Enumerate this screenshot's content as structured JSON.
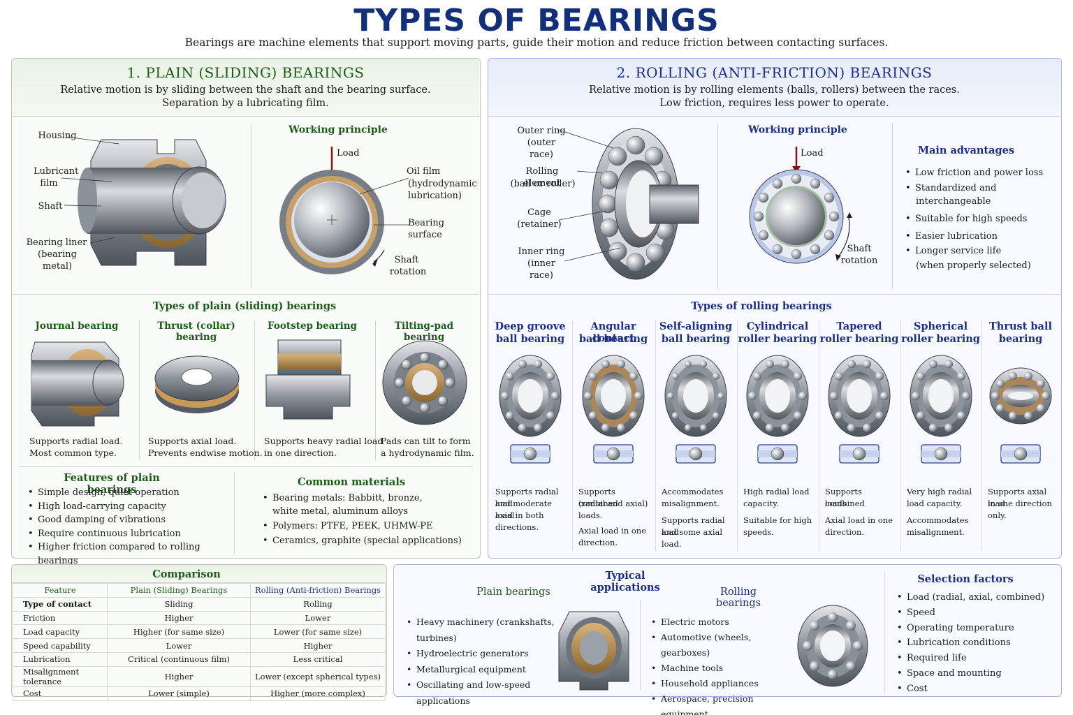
{
  "header": {
    "title": "TYPES OF BEARINGS",
    "subtitle": "Bearings are machine elements that support moving parts, guide their motion and reduce friction between contacting surfaces."
  },
  "plain": {
    "title": "1. PLAIN (SLIDING) BEARINGS",
    "desc1": "Relative motion is by sliding between the shaft and the bearing surface.",
    "desc2": "Separation by a lubricating film.",
    "labels": {
      "housing": "Housing",
      "lubricant1": "Lubricant",
      "lubricant2": "film",
      "shaft": "Shaft",
      "liner1": "Bearing liner",
      "liner2": "(bearing metal)"
    },
    "working": {
      "title": "Working principle",
      "load": "Load",
      "oil1": "Oil film",
      "oil2": "(hydrodynamic",
      "oil3": "lubrication)",
      "surface1": "Bearing",
      "surface2": "surface",
      "rotation1": "Shaft",
      "rotation2": "rotation"
    },
    "types_title": "Types of plain (sliding) bearings",
    "types": [
      {
        "name": "Journal bearing",
        "d1": "Supports radial load.",
        "d2": "Most common type."
      },
      {
        "name": "Thrust (collar) bearing",
        "d1": "Supports axial load.",
        "d2": "Prevents endwise motion."
      },
      {
        "name": "Footstep bearing",
        "d1": "Supports heavy radial load",
        "d2": "in one direction."
      },
      {
        "name": "Tilting-pad bearing",
        "d1": "Pads can tilt to form",
        "d2": "a hydrodynamic film."
      }
    ],
    "features": {
      "title": "Features of plain bearings",
      "items": [
        "Simple design, quiet operation",
        "High load-carrying capacity",
        "Good damping of vibrations",
        "Require continuous lubrication",
        "Higher friction compared to rolling bearings"
      ]
    },
    "materials": {
      "title": "Common materials",
      "items": [
        "Bearing metals: Babbitt, bronze,",
        "Polymers: PTFE, PEEK, UHMW-PE",
        "Ceramics, graphite (special applications)"
      ],
      "cont": "white metal, aluminum alloys"
    }
  },
  "rolling": {
    "title": "2. ROLLING (ANTI-FRICTION) BEARINGS",
    "desc1": "Relative motion is by rolling elements (balls, rollers) between the races.",
    "desc2": "Low friction, requires less power to operate.",
    "labels": {
      "outer1": "Outer ring",
      "outer2": "(outer race)",
      "roll1": "Rolling element",
      "roll2": "(ball or roller)",
      "cage1": "Cage",
      "cage2": "(retainer)",
      "inner1": "Inner ring",
      "inner2": "(inner race)"
    },
    "working": {
      "title": "Working principle",
      "load": "Load",
      "rotation1": "Shaft",
      "rotation2": "rotation"
    },
    "advantages": {
      "title": "Main advantages",
      "items": [
        "Low friction and power loss",
        "Standardized and",
        "Suitable for high speeds",
        "Easier lubrication",
        "Longer service life"
      ],
      "cont2": "interchangeable",
      "cont5": "(when properly selected)"
    },
    "types_title": "Types of rolling bearings",
    "types": [
      {
        "n1": "Deep groove",
        "n2": "ball bearing",
        "d": [
          "Supports radial load",
          "and moderate axial",
          "load in both",
          "directions."
        ],
        "d2": []
      },
      {
        "n1": "Angular contact",
        "n2": "ball bearing",
        "d": [
          "Supports combined",
          "(radial and axial)",
          "loads."
        ],
        "d2": [
          "Axial load in one",
          "direction."
        ]
      },
      {
        "n1": "Self-aligning",
        "n2": "ball bearing",
        "d": [
          "Accommodates",
          "misalignment."
        ],
        "d2": [
          "Supports radial load",
          "and some axial load."
        ]
      },
      {
        "n1": "Cylindrical",
        "n2": "roller bearing",
        "d": [
          "High radial load",
          "capacity."
        ],
        "d2": [
          "Suitable for high",
          "speeds."
        ]
      },
      {
        "n1": "Tapered",
        "n2": "roller bearing",
        "d": [
          "Supports combined",
          "loads."
        ],
        "d2": [
          "Axial load in one",
          "direction."
        ]
      },
      {
        "n1": "Spherical",
        "n2": "roller bearing",
        "d": [
          "Very high radial",
          "load capacity."
        ],
        "d2": [
          "Accommodates",
          "misalignment."
        ]
      },
      {
        "n1": "Thrust ball",
        "n2": "bearing",
        "d": [
          "Supports axial load",
          "in one direction",
          "only."
        ],
        "d2": []
      }
    ]
  },
  "comparison": {
    "title": "Comparison",
    "headers": [
      "Feature",
      "Plain (Sliding) Bearings",
      "Rolling (Anti-friction) Bearings"
    ],
    "rows": [
      [
        "Type of contact",
        "Sliding",
        "Rolling"
      ],
      [
        "Friction",
        "Higher",
        "Lower"
      ],
      [
        "Load capacity",
        "Higher (for same size)",
        "Lower (for same size)"
      ],
      [
        "Speed capability",
        "Lower",
        "Higher"
      ],
      [
        "Lubrication",
        "Critical (continuous film)",
        "Less critical"
      ],
      [
        "Misalignment tolerance",
        "Higher",
        "Lower (except spherical types)"
      ],
      [
        "Cost",
        "Lower (simple)",
        "Higher (more complex)"
      ]
    ]
  },
  "applications": {
    "title": "Typical applications",
    "plain_title": "Plain bearings",
    "plain_items": [
      "Heavy machinery (crankshafts, turbines)",
      "Hydroelectric generators",
      "Metallurgical equipment",
      "Oscillating and low-speed applications"
    ],
    "rolling_title": "Rolling bearings",
    "rolling_items": [
      "Electric motors",
      "Automotive (wheels, gearboxes)",
      "Machine tools",
      "Household appliances",
      "Aerospace, precision equipment"
    ]
  },
  "selection": {
    "title": "Selection factors",
    "items": [
      "Load (radial, axial, combined)",
      "Speed",
      "Operating temperature",
      "Lubrication conditions",
      "Required life",
      "Space and mounting",
      "Cost"
    ]
  },
  "colors": {
    "title": "#12307a",
    "green": "#1e5a1a",
    "blue": "#1a2f85",
    "bronze": "#b48a4e",
    "steel": "#9aa0a8"
  }
}
